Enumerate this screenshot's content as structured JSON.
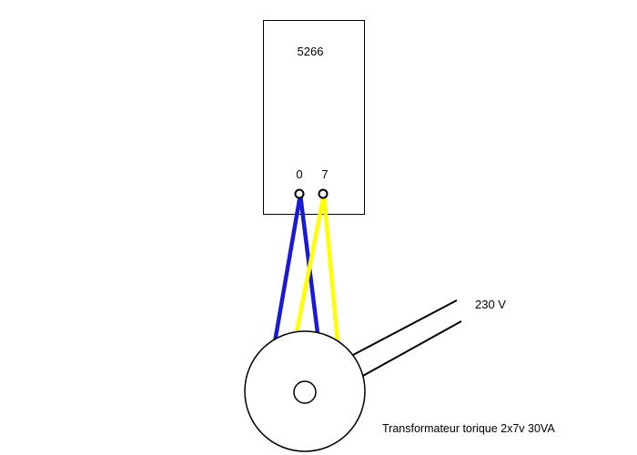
{
  "module": {
    "label": "5266"
  },
  "terminals": {
    "left": "0",
    "right": "7"
  },
  "mains_label": "230 V",
  "transformer_label": "Transformateur torique 2x7v 30VA",
  "colors": {
    "outline": "#000000",
    "wire_primary": "#1a1ad6",
    "wire_secondary": "#ffff00",
    "background": "#ffffff"
  }
}
